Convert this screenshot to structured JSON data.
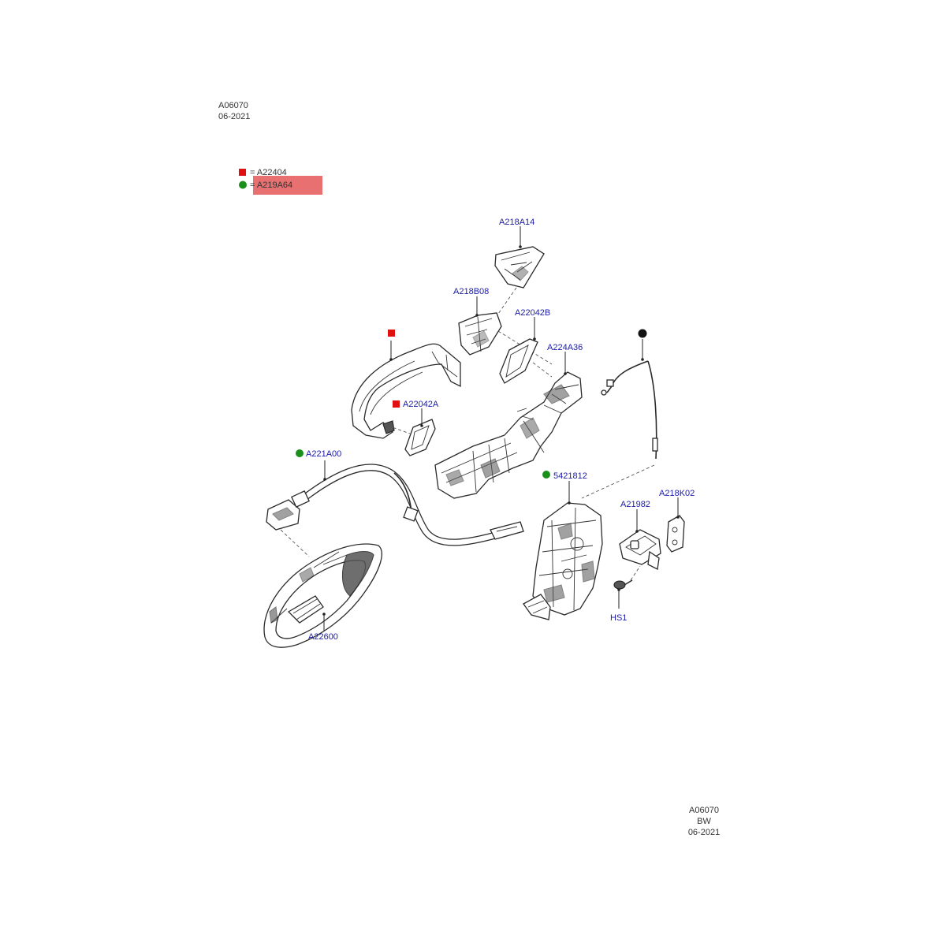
{
  "header": {
    "diagram_code": "A06070",
    "date": "06-2021"
  },
  "legend": [
    {
      "shape": "square",
      "color": "#e01010",
      "text": "= A22404"
    },
    {
      "shape": "circle",
      "color": "#1a8f1a",
      "text": "= A219A64",
      "highlight": "#e87070"
    }
  ],
  "colors": {
    "label_text": "#1a1aa8",
    "marker_red": "#e01010",
    "marker_green": "#1a8f1a",
    "marker_black": "#111111",
    "highlight": "#e87070"
  },
  "callouts": {
    "A218A14": "A218A14",
    "A218B08": "A218B08",
    "A22042B": "A22042B",
    "A224A36": "A224A36",
    "A22042A": "A22042A",
    "A221A00": "A221A00",
    "5421812": "5421812",
    "A21982": "A21982",
    "A218K02": "A218K02",
    "HS1": "HS1",
    "A22600": "A22600"
  },
  "footer": {
    "diagram_code": "A06070",
    "variant": "BW",
    "date": "06-2021"
  }
}
